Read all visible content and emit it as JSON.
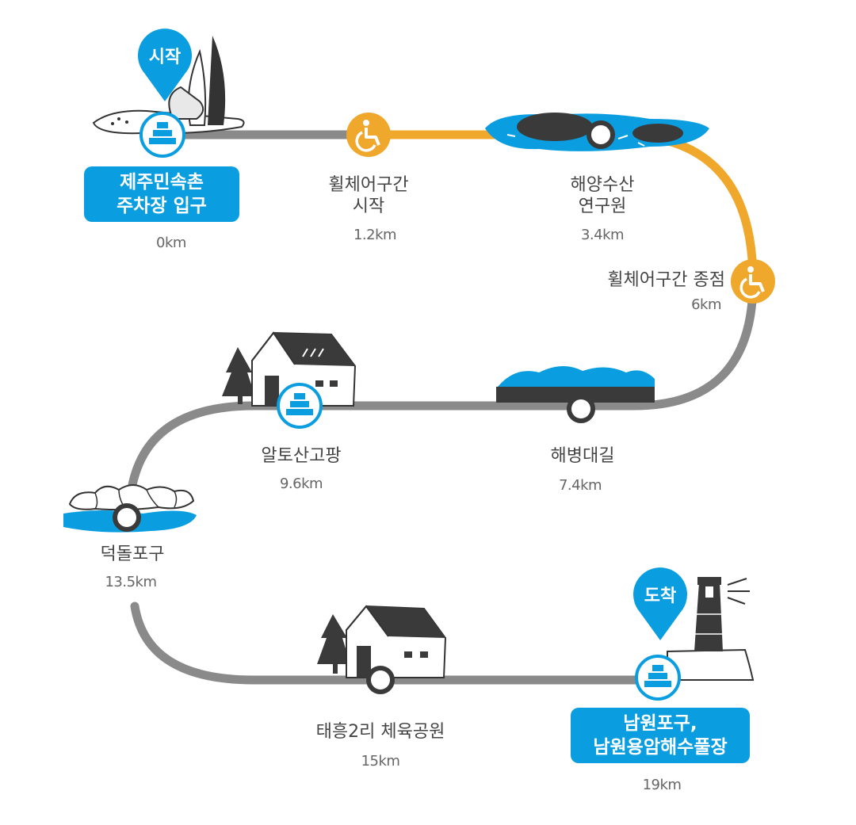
{
  "colors": {
    "path_gray": "#8a8a8a",
    "wheelchair_path": "#f0a82c",
    "accent_blue": "#0a9ee0",
    "dark_ink": "#3a3a3a"
  },
  "start_pin": "시작",
  "end_pin": "도착",
  "stops": [
    {
      "id": "jeju-folk-village",
      "label_lines": [
        "제주민속촌",
        "주차장 입구"
      ],
      "distance": "0km",
      "marker": "bus-stop-icon",
      "highlight": true
    },
    {
      "id": "wheelchair-start",
      "label_lines": [
        "휠체어구간",
        "시작"
      ],
      "distance": "1.2km",
      "marker": "wheelchair-icon",
      "highlight": false
    },
    {
      "id": "fisheries-institute",
      "label_lines": [
        "해양수산",
        "연구원"
      ],
      "distance": "3.4km",
      "marker": "circle",
      "highlight": false
    },
    {
      "id": "wheelchair-end",
      "label_lines": [
        "휠체어구간 종점"
      ],
      "distance": "6km",
      "marker": "wheelchair-icon",
      "highlight": false
    },
    {
      "id": "haebyeong-road",
      "label_lines": [
        "해병대길"
      ],
      "distance": "7.4km",
      "marker": "circle",
      "highlight": false
    },
    {
      "id": "alto-sangopang",
      "label_lines": [
        "알토산고팡"
      ],
      "distance": "9.6km",
      "marker": "bus-stop-icon",
      "highlight": false
    },
    {
      "id": "deokdol-port",
      "label_lines": [
        "덕돌포구"
      ],
      "distance": "13.5km",
      "marker": "circle",
      "highlight": false
    },
    {
      "id": "taeheung-park",
      "label_lines": [
        "태흥2리 체육공원"
      ],
      "distance": "15km",
      "marker": "circle",
      "highlight": false
    },
    {
      "id": "namwon-port",
      "label_lines": [
        "남원포구,",
        "남원용암해수풀장"
      ],
      "distance": "19km",
      "marker": "bus-stop-icon",
      "highlight": true
    }
  ]
}
